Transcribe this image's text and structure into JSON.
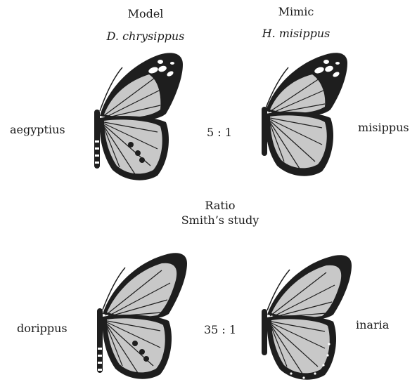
{
  "header": {
    "model_label": "Model",
    "model_species": "D. chrysippus",
    "mimic_label": "Mimic",
    "mimic_species": "H. misippus"
  },
  "middle": {
    "ratio_label": "Ratio",
    "study_label": "Smith’s study"
  },
  "rows": [
    {
      "model_form": "aegyptius",
      "mimic_form": "misippus",
      "ratio": "5 : 1"
    },
    {
      "model_form": "dorippus",
      "mimic_form": "inaria",
      "ratio": "35 : 1"
    }
  ],
  "colors": {
    "wing_fill": "#c8c8c8",
    "wing_border": "#1e1e1e",
    "text": "#1a1a1a"
  }
}
